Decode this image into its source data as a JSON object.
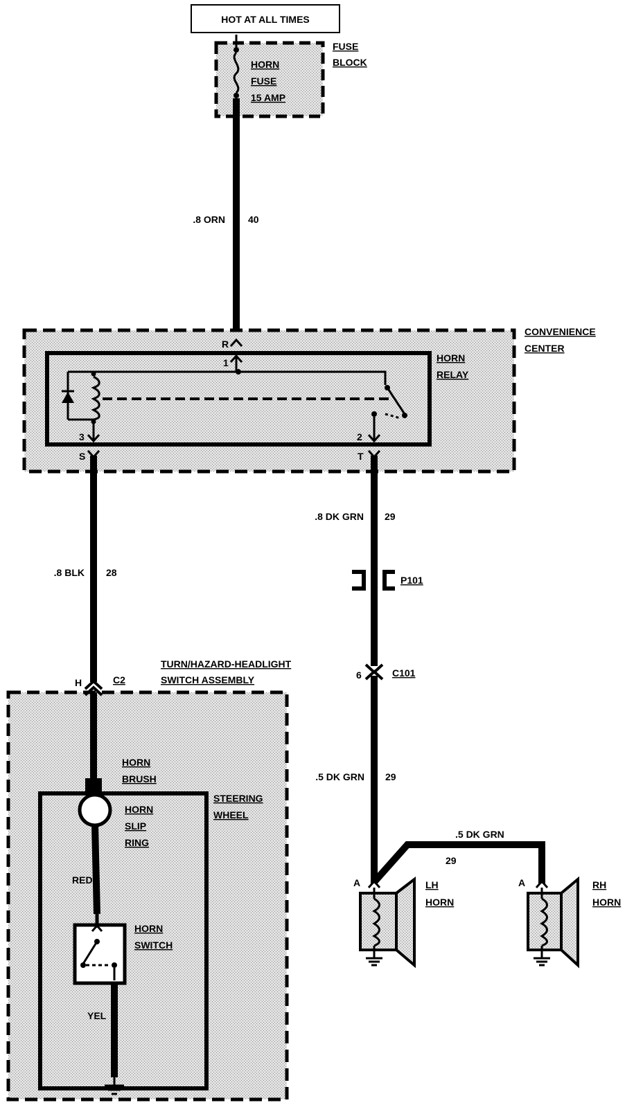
{
  "power": {
    "label": "HOT AT ALL TIMES"
  },
  "fuse_block": {
    "title_line1": "FUSE",
    "title_line2": "BLOCK",
    "fuse_line1": "HORN",
    "fuse_line2": "FUSE",
    "fuse_line3": "15 AMP"
  },
  "wires": {
    "orn": {
      "gauge_color": ".8 ORN",
      "circuit": "40"
    },
    "dkgrn_upper": {
      "gauge_color": ".8 DK GRN",
      "circuit": "29"
    },
    "blk": {
      "gauge_color": ".8 BLK",
      "circuit": "28"
    },
    "dkgrn_lower": {
      "gauge_color": ".5 DK GRN",
      "circuit": "29"
    },
    "dkgrn_branch": {
      "gauge_color": ".5 DK GRN",
      "circuit": "29"
    },
    "red": {
      "gauge_color": "RED"
    },
    "yel": {
      "gauge_color": "YEL"
    }
  },
  "convenience_center": {
    "title_line1": "CONVENIENCE",
    "title_line2": "CENTER",
    "relay_line1": "HORN",
    "relay_line2": "RELAY",
    "cavity_r": "R",
    "cavity_s": "S",
    "cavity_t": "T",
    "pin_1": "1",
    "pin_2": "2",
    "pin_3": "3"
  },
  "connectors": {
    "p101": "P101",
    "c101": "C101",
    "c101_pin": "6",
    "c2": "C2",
    "c2_pin": "H"
  },
  "switch_assembly": {
    "title_line1": "TURN/HAZARD-HEADLIGHT",
    "title_line2": "SWITCH ASSEMBLY",
    "brush_line1": "HORN",
    "brush_line2": "BRUSH",
    "slip_line1": "HORN",
    "slip_line2": "SLIP",
    "slip_line3": "RING",
    "wheel_line1": "STEERING",
    "wheel_line2": "WHEEL",
    "switch_line1": "HORN",
    "switch_line2": "SWITCH"
  },
  "horns": {
    "lh_line1": "LH",
    "lh_line2": "HORN",
    "lh_pin": "A",
    "rh_line1": "RH",
    "rh_line2": "HORN",
    "rh_pin": "A"
  },
  "colors": {
    "ink": "#000000",
    "shade": "#d4d4d4",
    "paper": "#ffffff"
  }
}
